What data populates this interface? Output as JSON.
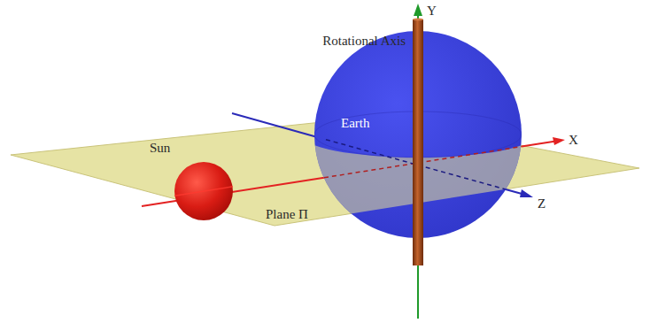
{
  "diagram": {
    "nodes": [
      {
        "text": [
          "Sun"
        ]
      },
      {
        "text": [
          "Earth"
        ]
      }
    ],
    "labels": [
      "Y",
      "Rotational Axis",
      "X",
      "Plane Π",
      "Z"
    ]
  }
}
